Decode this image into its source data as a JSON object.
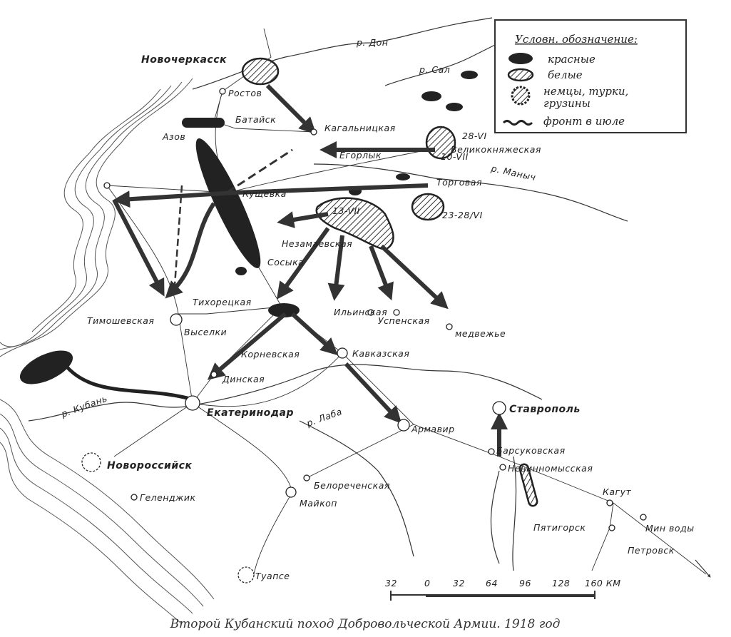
{
  "caption": "Второй Кубанский поход Добровольческой Армии. 1918 год",
  "legend": {
    "title": "Условн. обозначение:",
    "items": [
      {
        "label": "красные",
        "icon": "red-unit-icon"
      },
      {
        "label": "белые",
        "icon": "white-unit-icon"
      },
      {
        "label": "немцы, турки,",
        "label2": "грузины",
        "icon": "foreign-gear-icon"
      },
      {
        "label": "фронт в июле",
        "icon": "wavy-front-icon"
      }
    ]
  },
  "rivers": {
    "don": "р. Дон",
    "sal": "р. Сал",
    "manych": "р. Маныч",
    "kuban": "р. Кубань",
    "laba": "р. Лаба"
  },
  "places": {
    "novocherkassk": "Новочеркасск",
    "rostov": "Ростов",
    "bataysk": "Батайск",
    "azov": "Азов",
    "kagalnitskaya": "Кагальницкая",
    "velikoknyazheskaya": "Великокняжеская",
    "egorlyk": "Егорлык",
    "torgovaya": "Торговая",
    "kushchevka": "Кущевка",
    "nezamaevskaya": "Незамаевская",
    "sosyka": "Сосыка",
    "tikhoretskaya": "Тихорецкая",
    "timoshevskaya": "Тимошевская",
    "ilinskaya": "Ильинская",
    "uspenskaya": "Успенская",
    "medvezhye": "медвежье",
    "vyselki": "Выселки",
    "korenovskaya": "Корневская",
    "kavkazskaya": "Кавказская",
    "dinskaya": "Динская",
    "ekaterinodar": "Екатеринодар",
    "armavir": "Армавир",
    "stavropol": "Ставрополь",
    "novorossiysk": "Новороссийск",
    "barsukovskaya": "Барсуковская",
    "nevinnomysskaya": "Невинномысская",
    "belorechenskaya": "Белореченская",
    "gelendzhik": "Геленджик",
    "maykop": "Майкоп",
    "kagut": "Кагут",
    "pyatigorsk": "Пятигорск",
    "min_vody": "Мин воды",
    "petrovsk": "Петровск",
    "tuapse": "Туапсе"
  },
  "dates": {
    "d1": "28-VI",
    "d2": "10-VII",
    "d3": "23-28/VI",
    "d4": "13-VII"
  },
  "scale": {
    "ticks": [
      "32",
      "0",
      "32",
      "64",
      "96",
      "128",
      "160 КМ"
    ]
  },
  "colors": {
    "ink": "#222222",
    "paper": "#ffffff"
  }
}
